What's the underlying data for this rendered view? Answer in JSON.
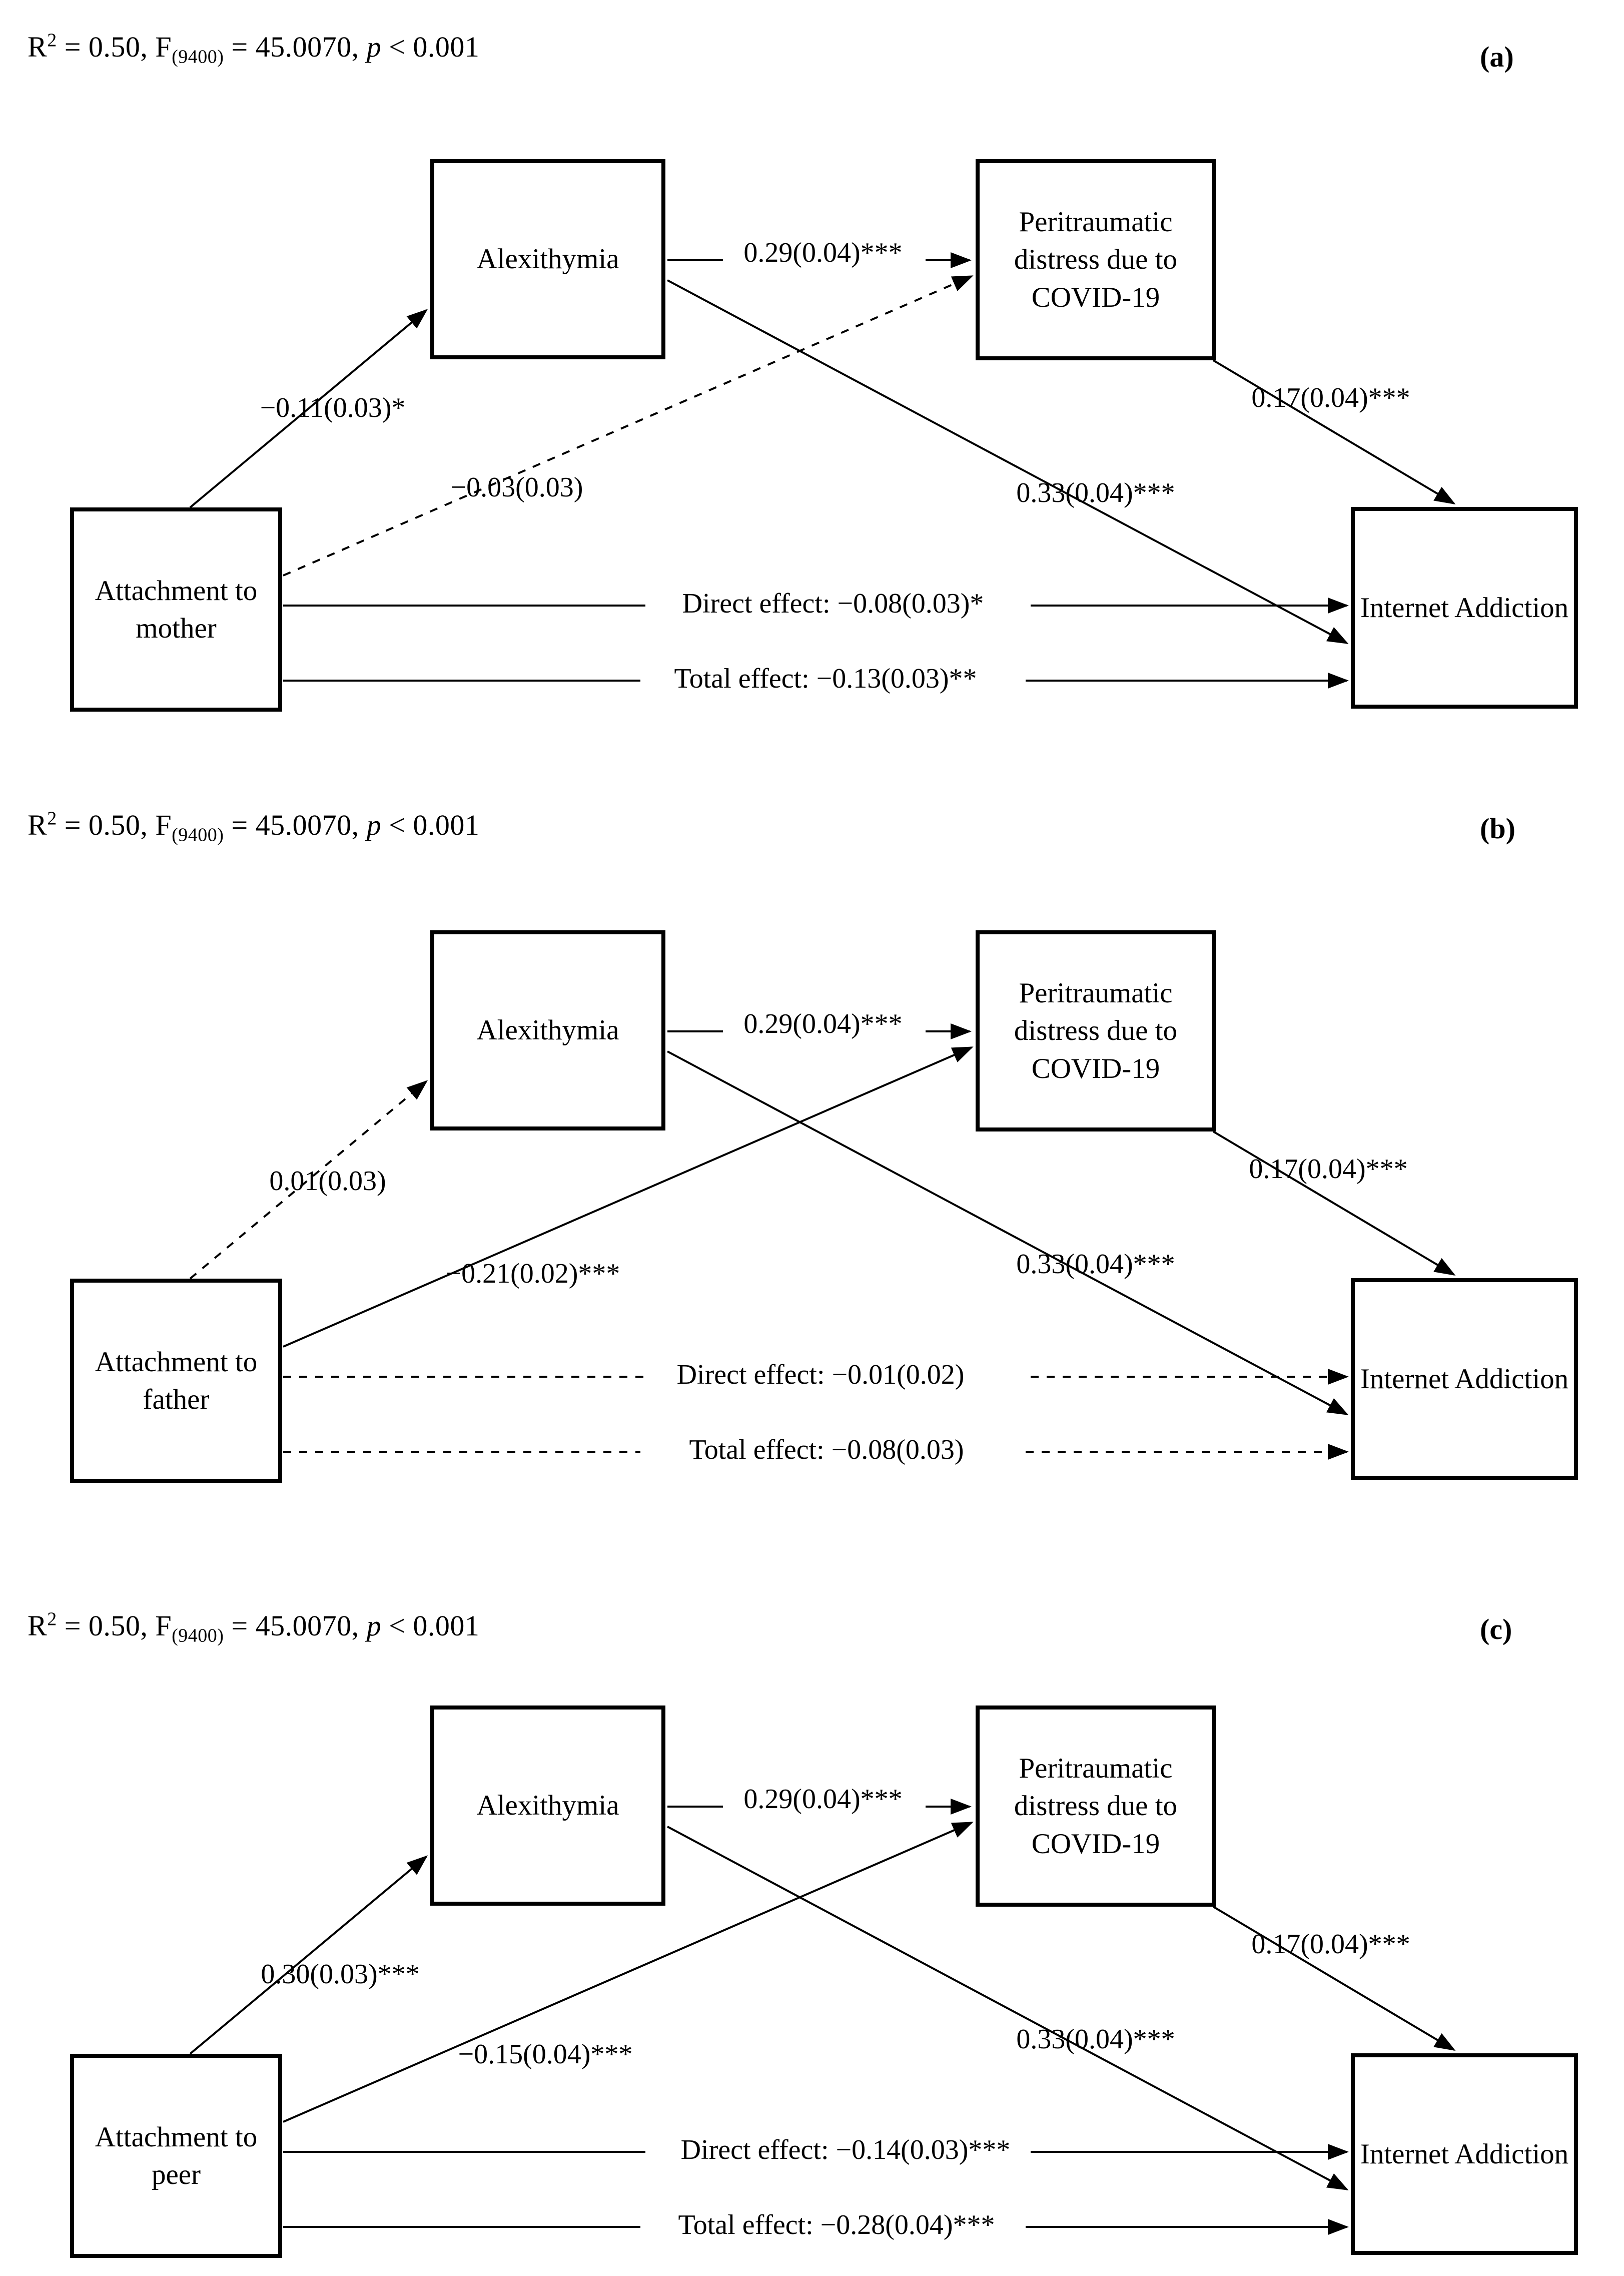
{
  "figure": {
    "stats_prefix": "R",
    "stats_sup": "2",
    "stats_mid": " = 0.50, F",
    "stats_sub": "(9400)",
    "stats_mid2": " = 45.0070, ",
    "stats_p": "p",
    "stats_tail": " < 0.001"
  },
  "panels": [
    {
      "tag": "(a)",
      "predictor": "Attachment to mother",
      "mediator1": "Alexithymia",
      "mediator2": "Peritraumatic distress due to COVID-19",
      "outcome": "Internet Addiction",
      "paths": {
        "pred_med1": "−0.11(0.03)*",
        "pred_med2": "−0.03(0.03)",
        "med1_med2": "0.29(0.04)***",
        "med1_outcome": "0.33(0.04)***",
        "med2_outcome": "0.17(0.04)***",
        "direct": "Direct effect: −0.08(0.03)*",
        "total": "Total effect: −0.13(0.03)**"
      }
    },
    {
      "tag": "(b)",
      "predictor": "Attachment to father",
      "mediator1": "Alexithymia",
      "mediator2": "Peritraumatic distress due to COVID-19",
      "outcome": "Internet Addiction",
      "paths": {
        "pred_med1": "0.01(0.03)",
        "pred_med2": "−0.21(0.02)***",
        "med1_med2": "0.29(0.04)***",
        "med1_outcome": "0.33(0.04)***",
        "med2_outcome": "0.17(0.04)***",
        "direct": "Direct effect: −0.01(0.02)",
        "total": "Total effect: −0.08(0.03)"
      }
    },
    {
      "tag": "(c)",
      "predictor": "Attachment to peer",
      "mediator1": "Alexithymia",
      "mediator2": "Peritraumatic distress due to COVID-19",
      "outcome": "Internet Addiction",
      "paths": {
        "pred_med1": "0.30(0.03)***",
        "pred_med2": "−0.15(0.04)***",
        "med1_med2": "0.29(0.04)***",
        "med1_outcome": "0.33(0.04)***",
        "med2_outcome": "0.17(0.04)***",
        "direct": "Direct effect: −0.14(0.03)***",
        "total": "Total effect: −0.28(0.04)***"
      }
    }
  ]
}
